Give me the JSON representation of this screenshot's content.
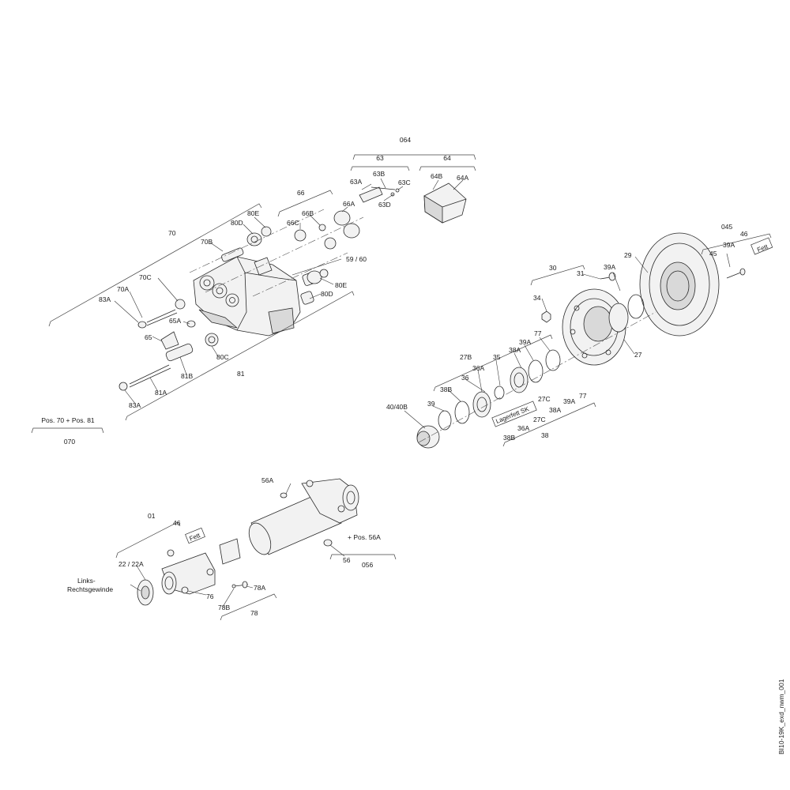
{
  "drawing_id": "BI10-19K_exd_nwm_001",
  "labels": {
    "p064": "064",
    "p63": "63",
    "p64": "64",
    "p63A": "63A",
    "p63B": "63B",
    "p63C": "63C",
    "p63D": "63D",
    "p64B": "64B",
    "p64A": "64A",
    "p66": "66",
    "p66A": "66A",
    "p66B": "66B",
    "p66C": "66C",
    "p80E_top": "80E",
    "p80D_top": "80D",
    "p70": "70",
    "p70B": "70B",
    "p5960": "59 / 60",
    "p70C": "70C",
    "p70A": "70A",
    "p83A_top": "83A",
    "p65A": "65A",
    "p65": "65",
    "p80E_mid": "80E",
    "p80D_mid": "80D",
    "p80C": "80C",
    "p81B": "81B",
    "p81": "81",
    "p81A": "81A",
    "p83A_bot": "83A",
    "p070_note": "Pos. 70 + Pos. 81",
    "p070": "070",
    "p045": "045",
    "p46_right": "46",
    "p39A_right": "39A",
    "p45": "45",
    "fett_right": "Fett",
    "p29": "29",
    "p30": "30",
    "p39A_hub": "39A",
    "p31": "31",
    "p34": "34",
    "p27": "27",
    "p77_top": "77",
    "p39A_mid": "39A",
    "p38A_top": "38A",
    "p27B": "27B",
    "p35": "35",
    "p36A_top": "36A",
    "p36": "36",
    "p38B_top": "38B",
    "p39": "39",
    "p4040B": "40/40B",
    "lagerfett": "Lagerfett SK",
    "p27C_top": "27C",
    "p39A_low": "39A",
    "p77_low": "77",
    "p38A_low": "38A",
    "p27C_low": "27C",
    "p36A_low": "36A",
    "p38B_low": "38B",
    "p38": "38",
    "p56A": "56A",
    "p56A_note": "+ Pos. 56A",
    "p56": "56",
    "p056": "056",
    "p01": "01",
    "p46_left": "46",
    "fett_left": "Fett",
    "p2222A": "22 / 22A",
    "links": "Links-",
    "rechts": "Rechtsgewinde",
    "p76": "76",
    "p78A": "78A",
    "p78B": "78B",
    "p78": "78"
  }
}
